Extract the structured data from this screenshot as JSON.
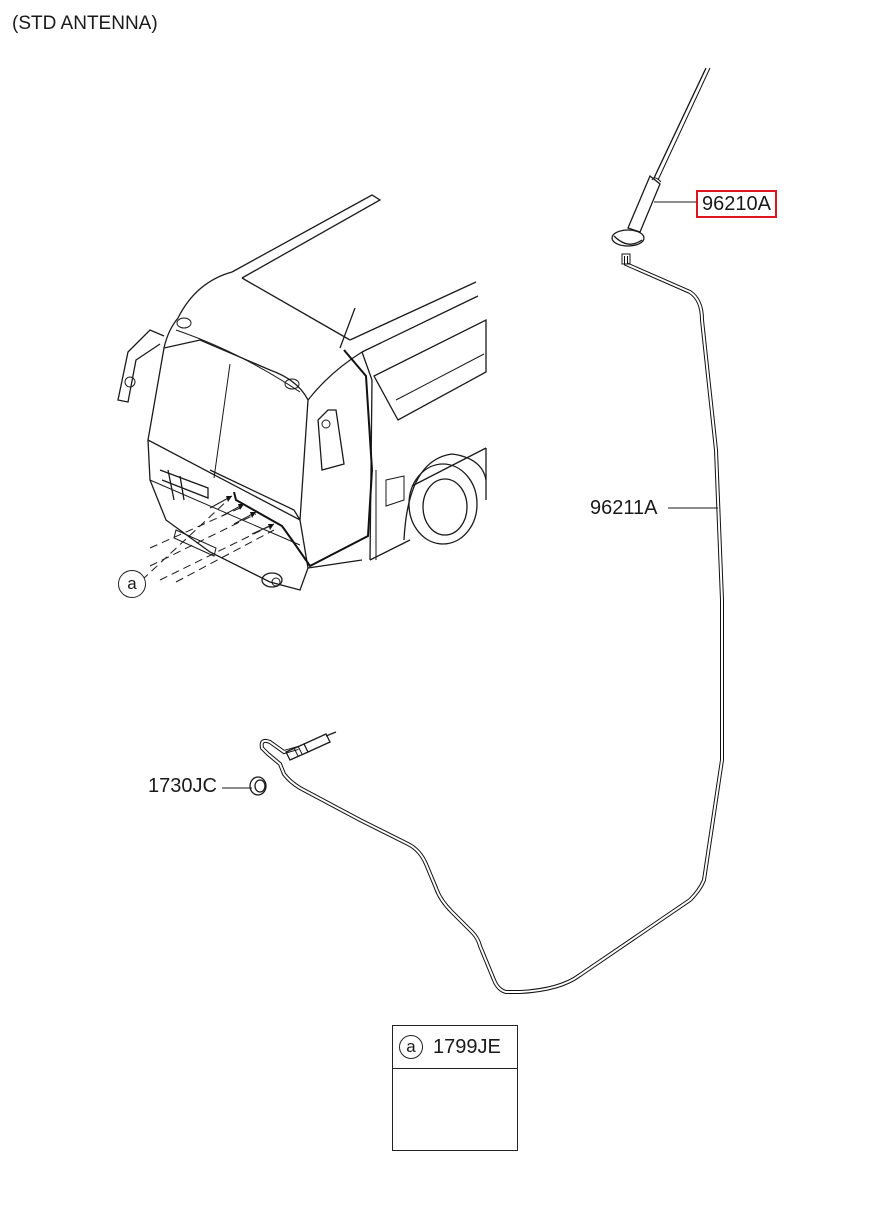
{
  "title": "(STD ANTENNA)",
  "parts": {
    "antenna": {
      "number": "96210A",
      "highlight_color": "#e0141e"
    },
    "feeder_cable": {
      "number": "96211A"
    },
    "grommet": {
      "number": "1730JC"
    },
    "cable_tie": {
      "number": "1799JE",
      "ref_letter": "a"
    }
  },
  "ref_marker": {
    "letter": "a"
  },
  "icons": [
    "bus-illustration-icon",
    "antenna-icon",
    "cable-icon",
    "grommet-icon",
    "cable-tie-icon"
  ]
}
